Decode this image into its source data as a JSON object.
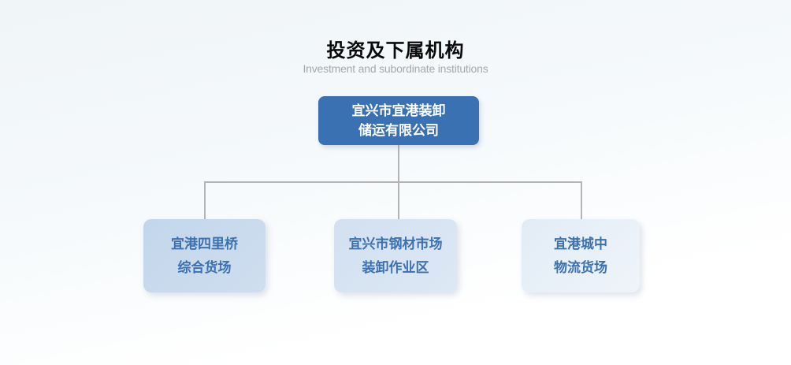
{
  "header": {
    "title": "投资及下属机构",
    "subtitle": "Investment and subordinate institutions"
  },
  "org_chart": {
    "root": {
      "lines": [
        "宜兴市宜港装卸",
        "储运有限公司"
      ]
    },
    "children": [
      {
        "lines": [
          "宜港四里桥",
          "综合货场"
        ]
      },
      {
        "lines": [
          "宜兴市钢材市场",
          "装卸作业区"
        ]
      },
      {
        "lines": [
          "宜港城中",
          "物流货场"
        ]
      }
    ]
  },
  "colors": {
    "root_box_bg": "#3a71b3",
    "root_box_text": "#ffffff",
    "child_box_text": "#3b71b2",
    "child1_bg": "#c3d6eb",
    "child2_bg": "#d2e0f0",
    "child3_bg": "#e2ecf6",
    "connector": "#b4b4b4",
    "title_text": "#0a0a0a",
    "subtitle_text": "#a8a8a8"
  }
}
